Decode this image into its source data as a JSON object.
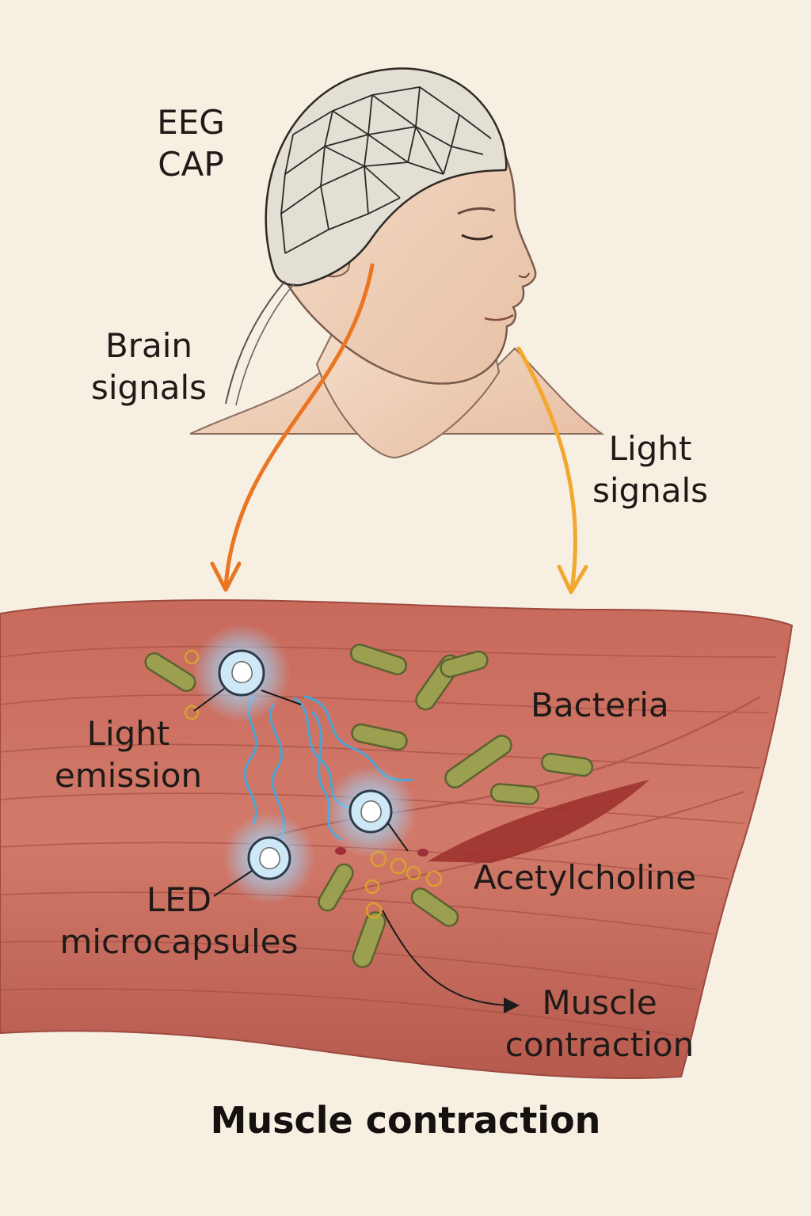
{
  "labels": {
    "eeg_cap": [
      "EEG",
      "CAP"
    ],
    "brain_signals": [
      "Brain",
      "signals"
    ],
    "light_signals": [
      "Light",
      "signals"
    ],
    "bacteria": "Bacteria",
    "light_emission": [
      "Light",
      "emission"
    ],
    "acetylcholine": "Acetylcholine",
    "led_microcapsules": [
      "LED",
      "microcapsules"
    ],
    "muscle_contraction_label": [
      "Muscle",
      "contraction"
    ]
  },
  "title": "Muscle contraction",
  "colors": {
    "background": "#f7efe2",
    "muscle": "#c9675a",
    "muscle_dark": "#a8473e",
    "bacteria": "#9aa04f",
    "brain_arrow": "#ea7522",
    "light_arrow": "#f3a72f",
    "capsule_glow": "#8fc6ea",
    "light_wave": "#4aa4d6",
    "skin": "#f2d3bd"
  }
}
